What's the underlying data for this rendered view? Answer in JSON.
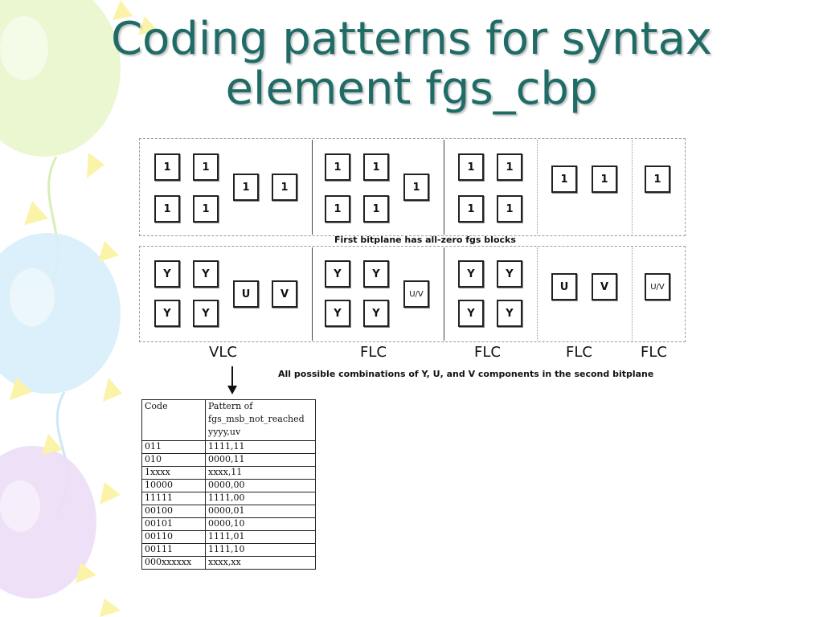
{
  "slide": {
    "title": "Coding patterns for syntax element fgs_cbp"
  },
  "diagram": {
    "top_caption": "First bitplane has all-zero fgs blocks",
    "bottom_caption": "All possible combinations of Y, U, and V components in the second bitplane",
    "top_row": {
      "panel1": [
        "1",
        "1",
        "1",
        "1",
        "1",
        "1"
      ],
      "panel2": [
        "1",
        "1",
        "1",
        "1",
        "1"
      ],
      "panel3": [
        "1",
        "1",
        "1",
        "1"
      ],
      "panel4": [
        "1",
        "1"
      ],
      "panel5": [
        "1"
      ]
    },
    "bottom_row": {
      "panel1": [
        "Y",
        "Y",
        "Y",
        "Y",
        "U",
        "V"
      ],
      "panel2": [
        "Y",
        "Y",
        "Y",
        "Y",
        "U/V"
      ],
      "panel3": [
        "Y",
        "Y",
        "Y",
        "Y"
      ],
      "panel4": [
        "U",
        "V"
      ],
      "panel5": [
        "U/V"
      ]
    },
    "column_labels": [
      "VLC",
      "FLC",
      "FLC",
      "FLC",
      "FLC"
    ]
  },
  "table": {
    "headers": {
      "code": "Code",
      "pattern_line1": "Pattern of",
      "pattern_line2": "fgs_msb_not_reached",
      "pattern_line3": "yyyy,uv"
    },
    "rows": [
      {
        "code": "011",
        "pattern": "1111,11"
      },
      {
        "code": "010",
        "pattern": "0000,11"
      },
      {
        "code": "1xxxx",
        "pattern": "xxxx,11"
      },
      {
        "code": "10000",
        "pattern": "0000,00"
      },
      {
        "code": "11111",
        "pattern": "1111,00"
      },
      {
        "code": "00100",
        "pattern": "0000,01"
      },
      {
        "code": "00101",
        "pattern": "0000,10"
      },
      {
        "code": "00110",
        "pattern": "1111,01"
      },
      {
        "code": "00111",
        "pattern": "1111,10"
      },
      {
        "code": "000xxxxxx",
        "pattern": "xxxx,xx"
      }
    ]
  },
  "colors": {
    "title": "#1f6b66",
    "balloon_green": "#e6f5c8",
    "balloon_blue": "#d3ecf8",
    "balloon_purple": "#eadcf4",
    "confetti_yellow": "#fbf3a8"
  }
}
